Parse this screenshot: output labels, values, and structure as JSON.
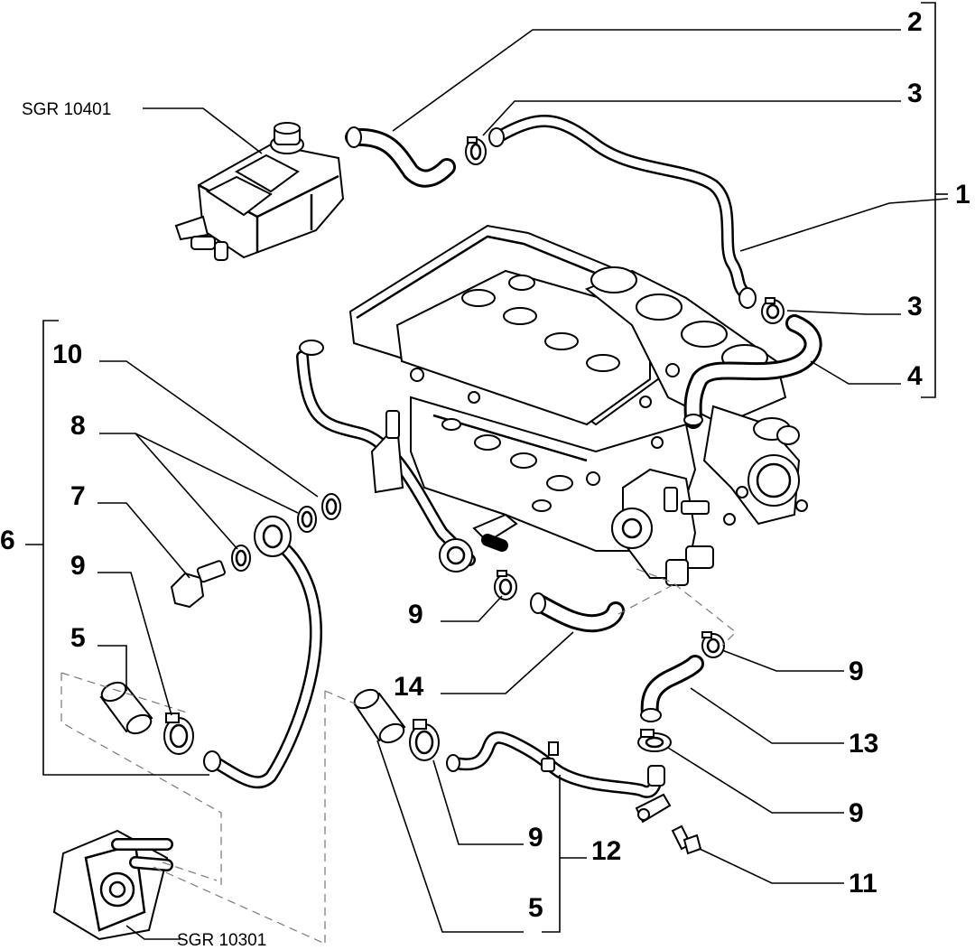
{
  "reference_labels": {
    "tank": "SGR 10401",
    "oil_cooler": "SGR 10301"
  },
  "callouts": {
    "c1": "1",
    "c2": "2",
    "c3a": "3",
    "c3b": "3",
    "c4": "4",
    "c5a": "5",
    "c5b": "5",
    "c6": "6",
    "c7": "7",
    "c8": "8",
    "c9a": "9",
    "c9b": "9",
    "c9c": "9",
    "c9d": "9",
    "c9e": "9",
    "c10": "10",
    "c11": "11",
    "c12": "12",
    "c13": "13",
    "c14": "14"
  },
  "colors": {
    "ink": "#000000",
    "background": "#ffffff",
    "dashed_lines": "#777777"
  }
}
